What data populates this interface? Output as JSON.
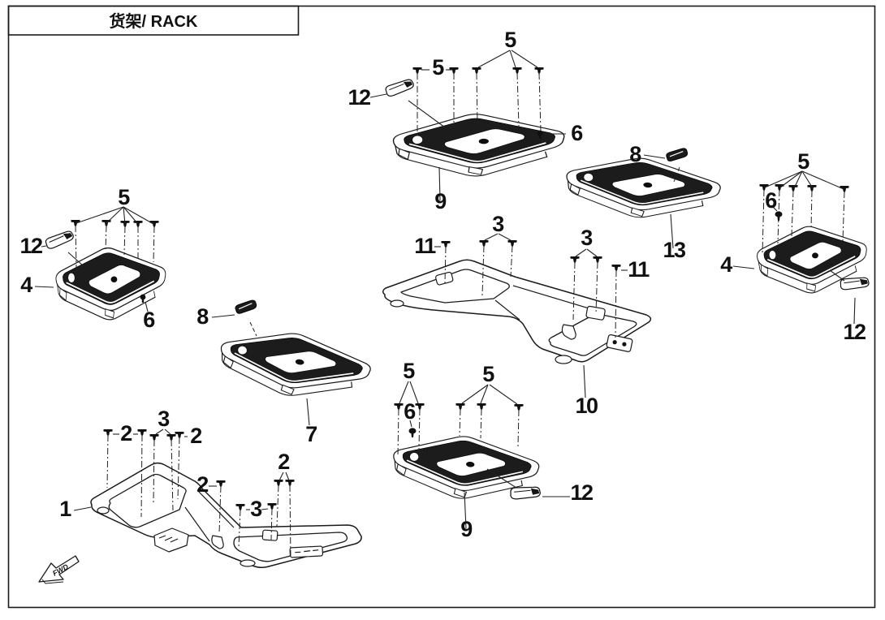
{
  "title": {
    "text": "货架/ RACK"
  },
  "colors": {
    "ink": "#1a1a1a",
    "background": "#ffffff"
  },
  "diagram": {
    "fwd": {
      "label": "FWD"
    },
    "callouts": [
      {
        "id": "rack9top-screws-right",
        "label": "5"
      },
      {
        "id": "rack9top-screws-left",
        "label": "5"
      },
      {
        "id": "rack9top-clip",
        "label": "12"
      },
      {
        "id": "rack9top-bolt",
        "label": "6"
      },
      {
        "id": "rack9top-part",
        "label": "9"
      },
      {
        "id": "rack13-clip",
        "label": "8"
      },
      {
        "id": "rack13-part",
        "label": "13"
      },
      {
        "id": "rack4right-screws",
        "label": "5"
      },
      {
        "id": "rack4right-nut",
        "label": "6"
      },
      {
        "id": "rack4right-part",
        "label": "4"
      },
      {
        "id": "rack4right-clip",
        "label": "12"
      },
      {
        "id": "rack4left-screws",
        "label": "5"
      },
      {
        "id": "rack4left-clip",
        "label": "12"
      },
      {
        "id": "rack4left-part",
        "label": "4"
      },
      {
        "id": "rack4left-bolt",
        "label": "6"
      },
      {
        "id": "rack7-clip",
        "label": "8"
      },
      {
        "id": "rack7-part",
        "label": "7"
      },
      {
        "id": "frame10-bolt-left",
        "label": "11"
      },
      {
        "id": "frame10-screws-left",
        "label": "3"
      },
      {
        "id": "frame10-screws-right",
        "label": "3"
      },
      {
        "id": "frame10-bolt-right",
        "label": "11"
      },
      {
        "id": "frame10-part",
        "label": "10"
      },
      {
        "id": "frame1-screws-a",
        "label": "2"
      },
      {
        "id": "frame1-screws-b",
        "label": "3"
      },
      {
        "id": "frame1-screw-c",
        "label": "2"
      },
      {
        "id": "frame1-part",
        "label": "1"
      },
      {
        "id": "frame1-screw-d",
        "label": "2"
      },
      {
        "id": "frame1-screws-e",
        "label": "3"
      },
      {
        "id": "frame1-screws-f",
        "label": "2"
      },
      {
        "id": "rack9bottom-screws-left",
        "label": "5"
      },
      {
        "id": "rack9bottom-nut",
        "label": "6"
      },
      {
        "id": "rack9bottom-screws-right",
        "label": "5"
      },
      {
        "id": "rack9bottom-part",
        "label": "9"
      },
      {
        "id": "rack9bottom-clip",
        "label": "12"
      }
    ]
  }
}
